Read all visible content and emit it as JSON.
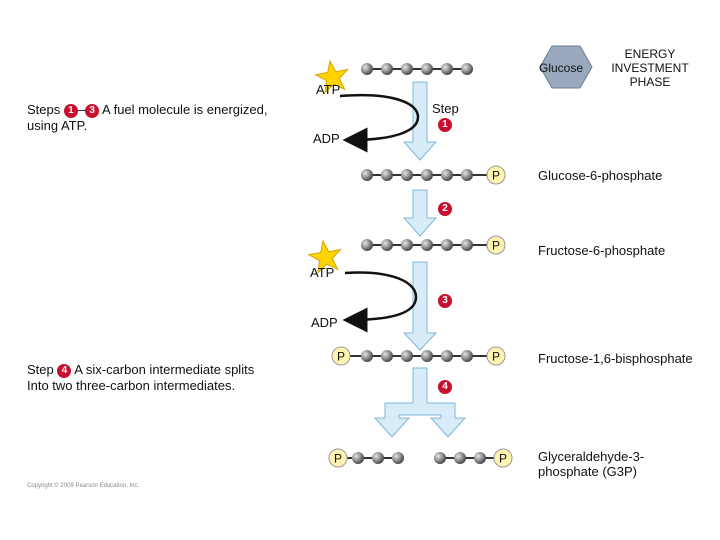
{
  "header": {
    "glucose_label": "Glucose",
    "phase_title": "ENERGY\nINVESTMENT\nPHASE"
  },
  "steps_1_3": {
    "prefix": "Steps",
    "num_a": "1",
    "dash": "–",
    "num_b": "3",
    "text_line1": "A fuel molecule is energized,",
    "text_line2": "using ATP."
  },
  "step_4_text": {
    "prefix": "Step",
    "num": "4",
    "text_line1": "A six-carbon intermediate splits",
    "text_line2": "Into two three-carbon intermediates."
  },
  "reactions": {
    "step1": {
      "label": "Step",
      "num": "1",
      "in": "ATP",
      "out": "ADP"
    },
    "step2": {
      "num": "2"
    },
    "step3": {
      "num": "3",
      "in": "ATP",
      "out": "ADP"
    },
    "step4": {
      "num": "4"
    }
  },
  "molecules": [
    {
      "name": "Glucose-6-phosphate",
      "phosphate": "P"
    },
    {
      "name": "Fructose-6-phosphate",
      "phosphate": "P"
    },
    {
      "name": "Fructose-1,6-bisphosphate",
      "phosphate_left": "P",
      "phosphate_right": "P"
    },
    {
      "name": "Glyceraldehyde-3-\nphosphate (G3P)",
      "phosphate_left": "P",
      "phosphate_right": "P"
    }
  ],
  "copyright": "Copyright © 2009 Pearson Education, Inc.",
  "colors": {
    "atp_star": "#ffd400",
    "carbon_bead": "#8a8a8a",
    "phosphate_fill": "#fff3b0",
    "hex_fill": "#9aa9bd",
    "arrow_fill": "#d8ecf8",
    "arrow_stroke": "#7fb7dd",
    "step_badge": "#c8102e"
  }
}
